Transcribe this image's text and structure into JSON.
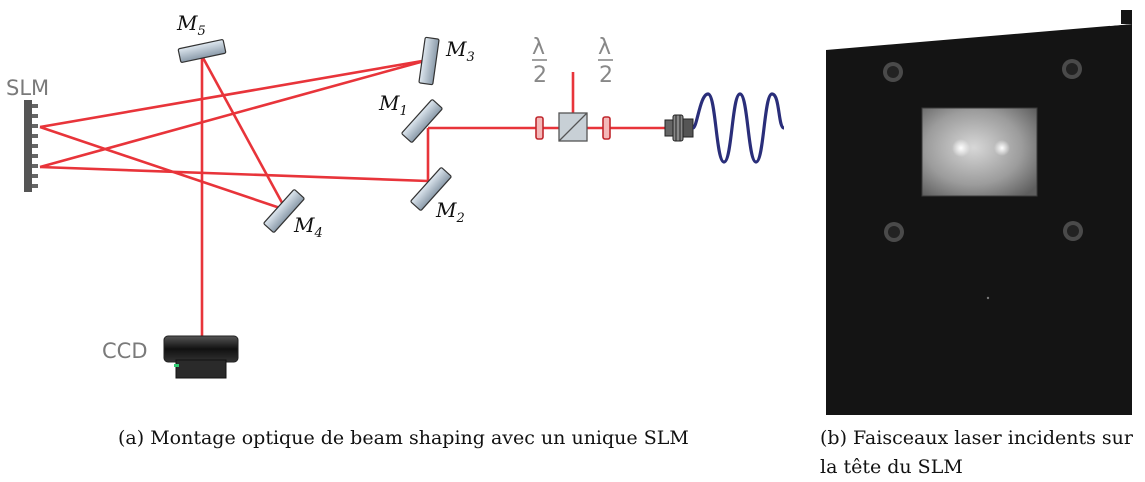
{
  "labels": {
    "slm": "SLM",
    "ccd": "CCD",
    "mirrors": {
      "m1": {
        "letter": "M",
        "sub": "1"
      },
      "m2": {
        "letter": "M",
        "sub": "2"
      },
      "m3": {
        "letter": "M",
        "sub": "3"
      },
      "m4": {
        "letter": "M",
        "sub": "4"
      },
      "m5": {
        "letter": "M",
        "sub": "5"
      }
    },
    "waveplate": {
      "numerator": "λ",
      "denominator": "2"
    }
  },
  "captions": {
    "a": "(a) Montage optique de beam shaping avec un unique SLM",
    "b_line1": "(b) Faisceaux laser incidents sur",
    "b_line2": "la tête du SLM"
  },
  "colors": {
    "beam": "#e8343a",
    "fiber": "#2a2e7a",
    "mirror": "#a9b8c6",
    "photo_bg": "#141414"
  }
}
